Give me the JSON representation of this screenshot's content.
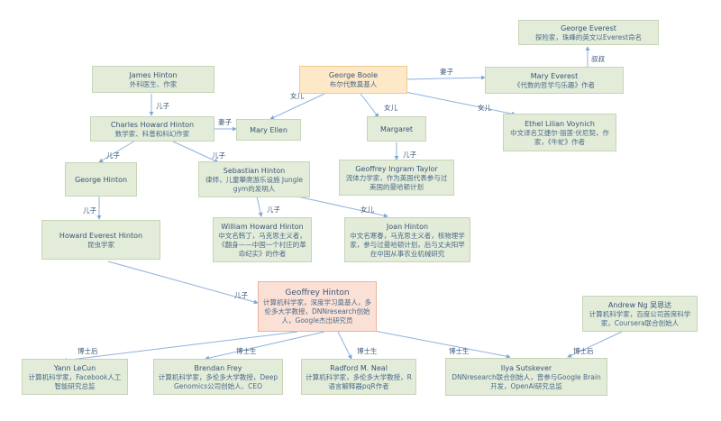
{
  "nodes": {
    "george_everest": {
      "name": "George Everest",
      "desc": "探险家，珠峰的英文以Everest命名"
    },
    "james_hinton": {
      "name": "James Hinton",
      "desc": "外科医生、作家"
    },
    "george_boole": {
      "name": "George Boole",
      "desc": "布尔代数奠基人"
    },
    "mary_everest": {
      "name": "Mary Everest",
      "desc": "《代数的哲学与乐趣》作者"
    },
    "charles_howard_hinton": {
      "name": "Charles Howard Hinton",
      "desc": "数学家、科普和科幻作家"
    },
    "mary_ellen": {
      "name": "Mary Ellen",
      "desc": ""
    },
    "margaret": {
      "name": "Margaret",
      "desc": ""
    },
    "ethel_voynich": {
      "name": "Ethel Lilian Voynich",
      "desc": "中文译名艾捷尔·丽莲·伏尼契，作家，《牛虻》作者"
    },
    "george_hinton": {
      "name": "George Hinton",
      "desc": ""
    },
    "sebastian_hinton": {
      "name": "Sebastian Hinton",
      "desc": "律师，儿童攀爬游乐设施 Jungle gym的发明人"
    },
    "geoffrey_ingram_taylor": {
      "name": "Geoffrey Ingram Taylor",
      "desc": "流体力学家，作为英国代表参与过美国的曼哈顿计划"
    },
    "william_howard_hinton": {
      "name": "William Howard Hinton",
      "desc": "中文名韩丁，马克思主义者，《翻身——中国一个村庄的革命纪实》的作者"
    },
    "joan_hinton": {
      "name": "Joan Hinton",
      "desc": "中文名寒春，马克思主义者，核物理学家，参与过曼哈顿计划，后与丈夫阳早在中国从事农业机械研究"
    },
    "howard_everest_hinton": {
      "name": "Howard Everest Hinton",
      "desc": "昆虫学家"
    },
    "geoffrey_hinton": {
      "name": "Geoffrey Hinton",
      "desc": "计算机科学家，深度学习奠基人，多伦多大学教授，DNNresearch创始人，Google杰出研究员"
    },
    "andrew_ng": {
      "name": "Andrew Ng 吴恩达",
      "desc": "计算机科学家，百度公司首席科学家，Coursera联合创始人"
    },
    "yann_lecun": {
      "name": "Yann LeCun",
      "desc": "计算机科学家，Facebook人工智能研究总监"
    },
    "brendan_frey": {
      "name": "Brendan Frey",
      "desc": "计算机科学家，多伦多大学教授，Deep Genomics公司创始人、CEO"
    },
    "radford_neal": {
      "name": "Radford M. Neal",
      "desc": "计算机科学家，多伦多大学教授，R语言解释器pqR作者"
    },
    "ilya_sutskever": {
      "name": "Ilya Sutskever",
      "desc": "DNNresearch联合创始人，曾参与Google Brain开发，OpenAI研究总监"
    }
  },
  "relations": {
    "zhanshu": "叔叔",
    "qizi": "妻子",
    "nver": "女儿",
    "erzi": "儿子",
    "boshihou": "博士后",
    "boshisheng": "博士生"
  }
}
